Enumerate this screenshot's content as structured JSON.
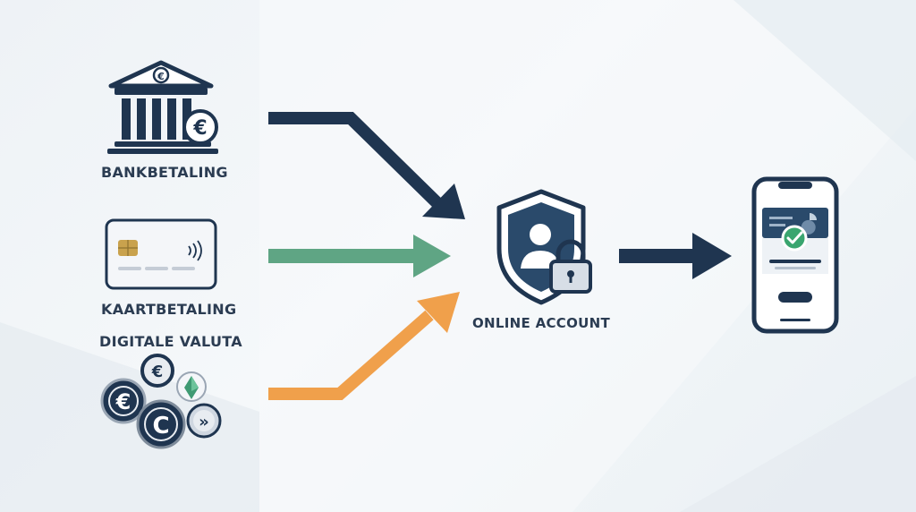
{
  "sources": [
    {
      "label": "BANKBETALING",
      "icon": "bank-euro-icon"
    },
    {
      "label": "KAARTBETALING",
      "icon": "credit-card-icon"
    },
    {
      "label": "DIGITALE VALUTA",
      "icon": "digital-coins-icon"
    }
  ],
  "hub": {
    "label": "ONLINE ACCOUNT",
    "icon": "shield-user-lock-icon"
  },
  "target": {
    "icon": "smartphone-confirmation-icon"
  },
  "colors": {
    "navy": "#1f3550",
    "green": "#5fa584",
    "orange": "#f0a04b",
    "check": "#3aa56f"
  },
  "coin_glyphs": [
    "€",
    "€",
    "◆",
    "C",
    "»"
  ]
}
